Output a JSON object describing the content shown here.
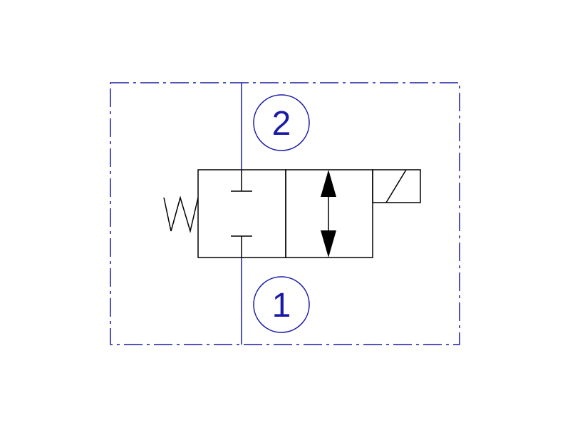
{
  "colors": {
    "background": "#ffffff",
    "boundary": "#1a1aa6",
    "symbol": "#000000",
    "port_ring": "#1a1aa6",
    "port_text": "#1a1aa6"
  },
  "diagram": {
    "kind": "hydraulic-valve-symbol",
    "ports": [
      {
        "label": "2"
      },
      {
        "label": "1"
      }
    ],
    "icons": {
      "spring": "spring-icon",
      "solenoid": "solenoid-icon",
      "flow": "bidirectional-arrow-icon"
    }
  }
}
